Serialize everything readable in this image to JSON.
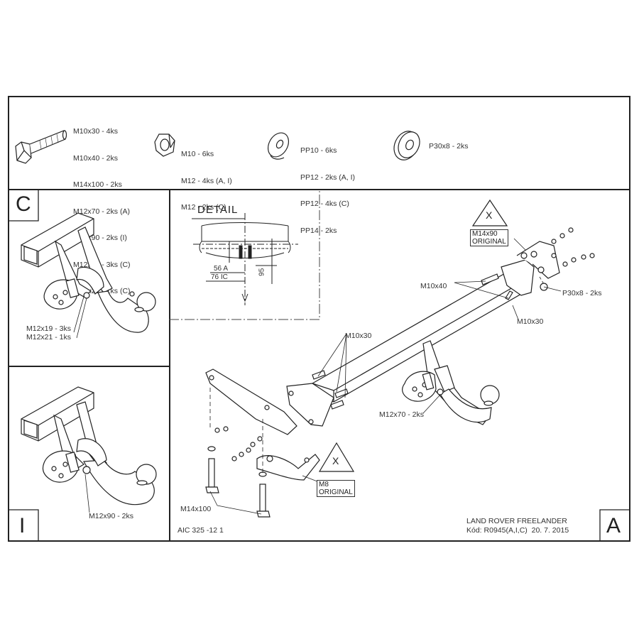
{
  "parts": {
    "bolts": [
      "M10x30 - 4ks",
      "M10x40 - 2ks",
      "M14x100 - 2ks",
      "M12x70 - 2ks (A)",
      "M12x90 - 2ks (I)",
      "M12x19 - 3ks (C)",
      "M12x21 - 1ks (C)"
    ],
    "nuts": [
      "M10 - 6ks",
      "M12 - 4ks (A, I)",
      "M12 - 2ks (C)"
    ],
    "washers": [
      "PP10 - 6ks",
      "PP12 - 2ks (A, I)",
      "PP12 - 4ks (C)",
      "PP14 - 2ks"
    ],
    "spacer": "P30x8 - 2ks"
  },
  "panels": {
    "c_letter": "C",
    "i_letter": "I",
    "a_letter": "A",
    "c_label_1": "M12x19 - 3ks",
    "c_label_2": "M12x21 - 1ks",
    "i_label": "M12x90 - 2ks"
  },
  "detail": {
    "title": "DETAIL",
    "dim_1": "56 A",
    "dim_2": "76 IC",
    "dim_3": "95"
  },
  "main": {
    "warn_symbol": "X",
    "orig_1_a": "M14x90",
    "orig_1_b": "ORIGINAL",
    "orig_2_a": "M8",
    "orig_2_b": "ORIGINAL",
    "m10x40": "M10x40",
    "m10x30_a": "M10x30",
    "m10x30_b": "M10x30",
    "p30x8": "P30x8 - 2ks",
    "m12x70": "M12x70 - 2ks",
    "m14x100": "M14x100",
    "drawing_no": "AIC 325 -12 1",
    "vehicle": "LAND ROVER FREELANDER",
    "code": "Kód: R0945(A,I,C)  20. 7. 2015"
  }
}
